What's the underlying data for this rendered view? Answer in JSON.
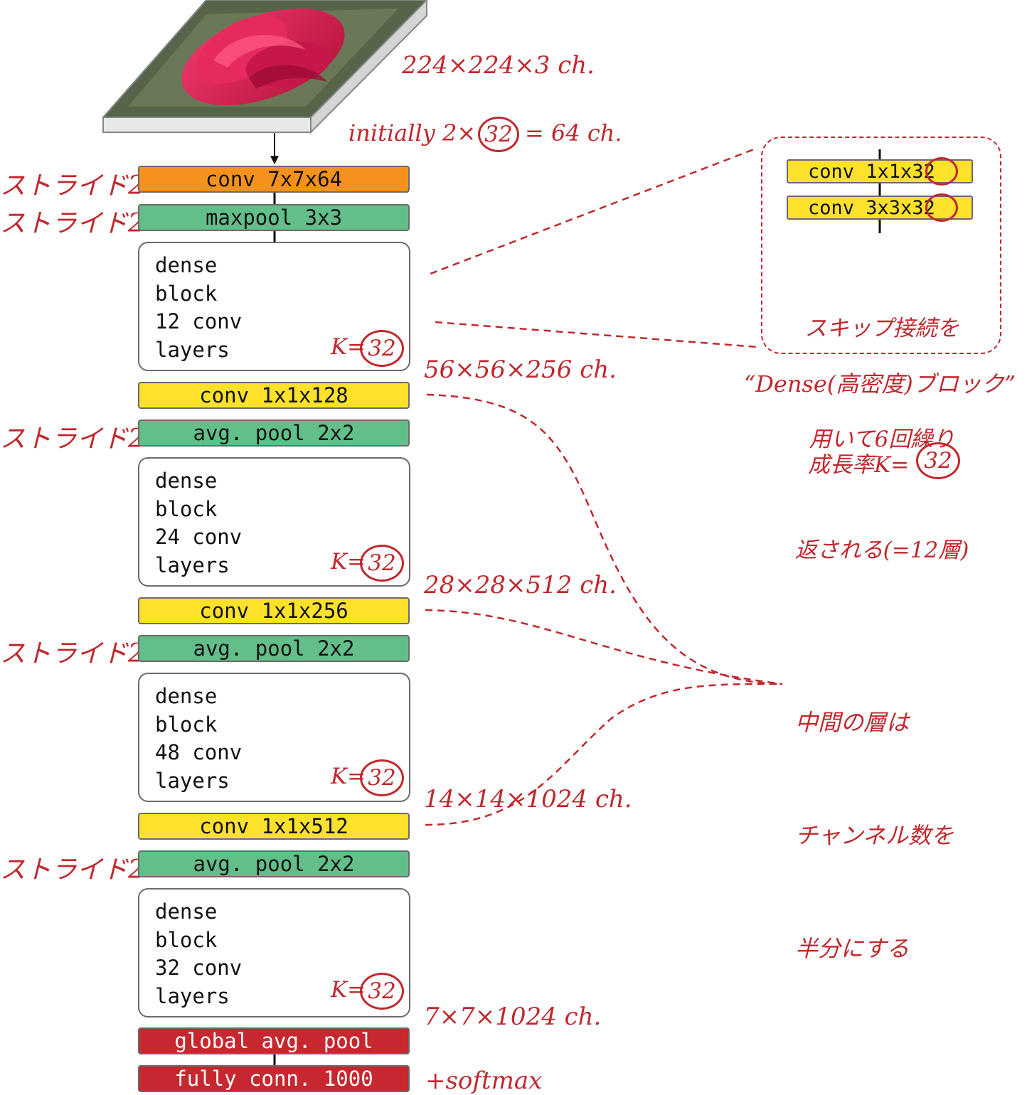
{
  "input": {
    "dims": "224×224×3 ch."
  },
  "initial_note": {
    "prefix": "initially 2×",
    "k": "32",
    "suffix": "= 64 ch."
  },
  "stride_label": "ストライド2",
  "layers": {
    "conv7": "conv 7x7x64",
    "maxpool": "maxpool 3x3",
    "conv128": "conv 1x1x128",
    "pool1": "avg. pool 2x2",
    "conv256": "conv 1x1x256",
    "pool2": "avg. pool 2x2",
    "conv512": "conv 1x1x512",
    "pool3": "avg. pool 2x2",
    "gap": "global avg. pool",
    "fc": "fully conn. 1000"
  },
  "dense_blocks": [
    {
      "l1": "dense",
      "l2": "block",
      "l3": "12 conv",
      "l4": "layers",
      "k_prefix": "K=",
      "k": "32"
    },
    {
      "l1": "dense",
      "l2": "block",
      "l3": "24 conv",
      "l4": "layers",
      "k_prefix": "K=",
      "k": "32"
    },
    {
      "l1": "dense",
      "l2": "block",
      "l3": "48 conv",
      "l4": "layers",
      "k_prefix": "K=",
      "k": "32"
    },
    {
      "l1": "dense",
      "l2": "block",
      "l3": "32 conv",
      "l4": "layers",
      "k_prefix": "K=",
      "k": "32"
    }
  ],
  "dims": {
    "d56": "56×56×256 ch.",
    "d28": "28×28×512 ch.",
    "d14": "14×14×1024 ch.",
    "d7": "7×7×1024 ch."
  },
  "softmax": "+softmax",
  "inset": {
    "conv_a": "conv 1x1x32",
    "conv_b": "conv 3x3x32",
    "text1": "スキップ接続を",
    "text2": "用いて6回繰り",
    "text3": "返される(=12層)",
    "caption": "“Dense(高密度)ブロック”"
  },
  "growth": {
    "label": "成長率K=",
    "k": "32"
  },
  "halving": {
    "line1": "中間の層は",
    "line2": "チャンネル数を",
    "line3": "半分にする"
  },
  "colors": {
    "conv7": "#f5921e",
    "pool": "#62bf8a",
    "conv1x1": "#fde12b",
    "head": "#c7272e",
    "annotation": "#c0282d",
    "node": "#a9cfe9"
  }
}
